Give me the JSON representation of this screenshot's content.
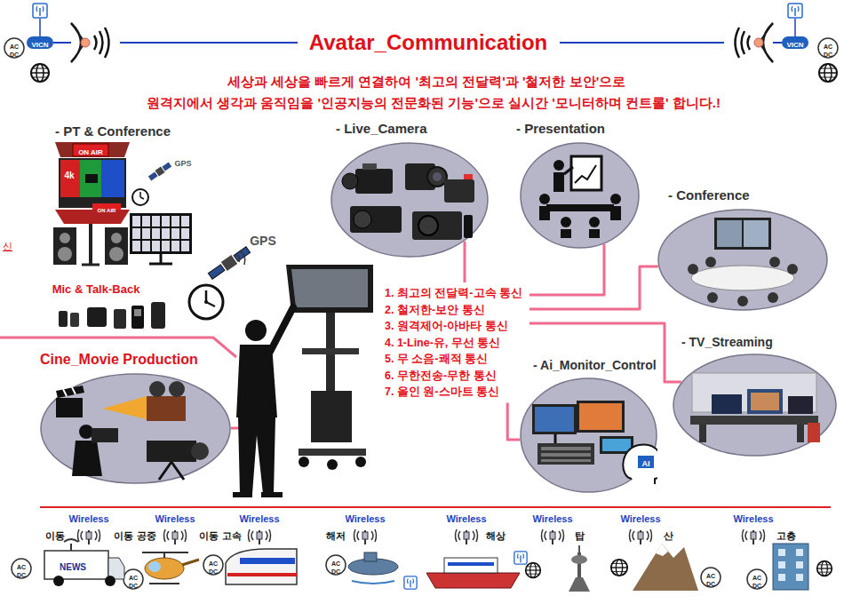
{
  "diagram": {
    "title": "Avatar_Communication",
    "nodes": [
      {
        "text": [
          "- Live_Camera"
        ]
      },
      {
        "text": [
          "- Presentation"
        ]
      },
      {
        "text": [
          "- Conference"
        ]
      },
      {
        "text": [
          "1. 최고의 전달력-고속 통신",
          "2. 철저한-보안 통신",
          "3. 원격제어-아바타 통신",
          "4. 1-Line-유, 무선 통신",
          "5. 무 소음-쾌적 통신",
          "6. 무한전송-무한 통신",
          "7. 올인 원-스마트 통신"
        ]
      },
      {
        "text": [
          "- TV_Streaming"
        ]
      },
      {
        "text": [
          "Cine_Movie Production"
        ]
      },
      {
        "text": [
          "- Ai_Monitor_Control"
        ]
      }
    ],
    "edges": [
      {
        "from": 3,
        "to": 0,
        "arrow": "none"
      },
      {
        "from": 3,
        "to": 1,
        "arrow": "none"
      },
      {
        "from": 3,
        "to": 2,
        "arrow": "none"
      },
      {
        "from": 3,
        "to": 4,
        "arrow": "none"
      },
      {
        "from": 3,
        "to": 6,
        "arrow": "none"
      }
    ],
    "labels": [
      "세상과 세상을 빠르게 연결하여 '최고의 전달력'과 '철저한 보안'으로",
      "원격지에서 생각과 움직임을 '인공지능의 전문화된 기능'으로 실시간 '모니터하며 컨트롤' 합니다.!",
      "VICN",
      "AC",
      "DC",
      "VICN",
      "AC",
      "DC",
      "- PT & Conference",
      "ON AIR",
      "4k",
      "ON AIR",
      "GPS",
      "신",
      "GPS",
      "Mic & Talk-Back",
      "AI",
      "Wireless",
      "이동",
      "NEWS",
      "AC",
      "DC",
      "Wireless",
      "이동 공중",
      "AC",
      "DC",
      "Wireless",
      "이동 고속",
      "AC",
      "DC",
      "Wireless",
      "해저",
      "AC",
      "DC",
      "Wireless",
      "해상",
      "Wireless",
      "탑",
      "Wireless",
      "산",
      "AC",
      "DC",
      "Wireless",
      "고층",
      "AC",
      "DC"
    ]
  }
}
